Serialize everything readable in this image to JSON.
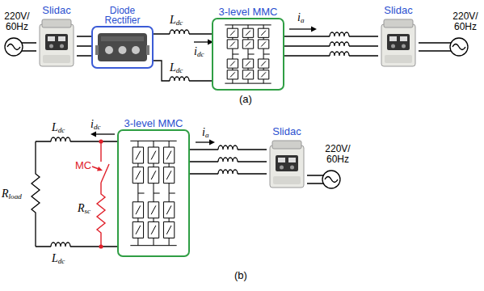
{
  "diagram": {
    "nodes": [
      {
        "text": [
          "Slidac"
        ]
      },
      {
        "text": [
          "Diode Rectifier"
        ]
      },
      {
        "text": [
          "3-level MMC"
        ]
      },
      {
        "text": [
          "Slidac"
        ]
      },
      {
        "text": [
          "3-level MMC"
        ]
      },
      {
        "text": [
          "Slidac"
        ]
      }
    ],
    "edges": [
      {
        "from": 0,
        "to": 1,
        "arrow": "none"
      },
      {
        "from": 1,
        "to": 2,
        "arrow": "none"
      },
      {
        "from": 1,
        "to": 2,
        "arrow": "none"
      },
      {
        "from": 2,
        "to": 3,
        "arrow": "none"
      },
      {
        "from": 4,
        "to": 5,
        "arrow": "none"
      }
    ],
    "labels": [
      "220V/ 60Hz",
      "Ldc",
      "idc",
      "Ldc",
      "ia",
      "220V/ 60Hz",
      "(a)",
      "Ldc",
      "idc",
      "Rload",
      "MC",
      "Rsc",
      "ia",
      "220V/ 60Hz",
      "Ldc",
      "(b)"
    ]
  }
}
